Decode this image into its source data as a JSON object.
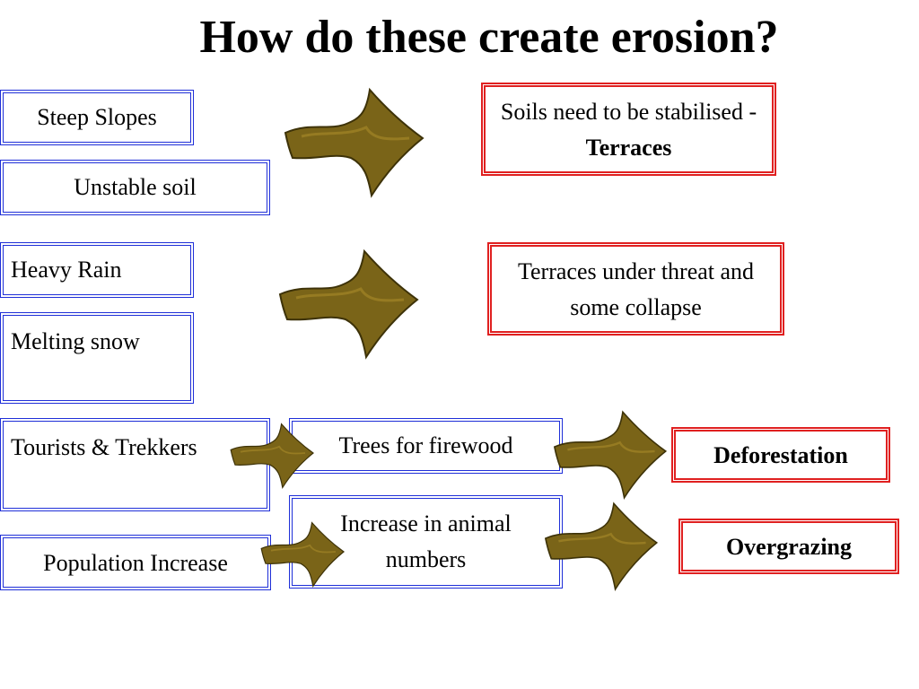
{
  "title": "How do these create erosion?",
  "causes": {
    "steep_slopes": "Steep Slopes",
    "unstable_soil": "Unstable soil",
    "heavy_rain": "Heavy Rain",
    "melting_snow": "Melting snow",
    "tourists": "Tourists & Trekkers",
    "population": "Population Increase"
  },
  "intermediate": {
    "trees": "Trees for firewood",
    "animals": "Increase in animal numbers"
  },
  "effects": {
    "soils_prefix": "Soils need to be stabilised - ",
    "soils_bold": "Terraces",
    "terraces_threat": "Terraces under threat and some collapse",
    "deforestation": "Deforestation",
    "overgrazing": "Overgrazing"
  },
  "colors": {
    "cause_border": "#1f2fd8",
    "effect_border": "#e02020",
    "arrow_fill": "#7a6418"
  }
}
